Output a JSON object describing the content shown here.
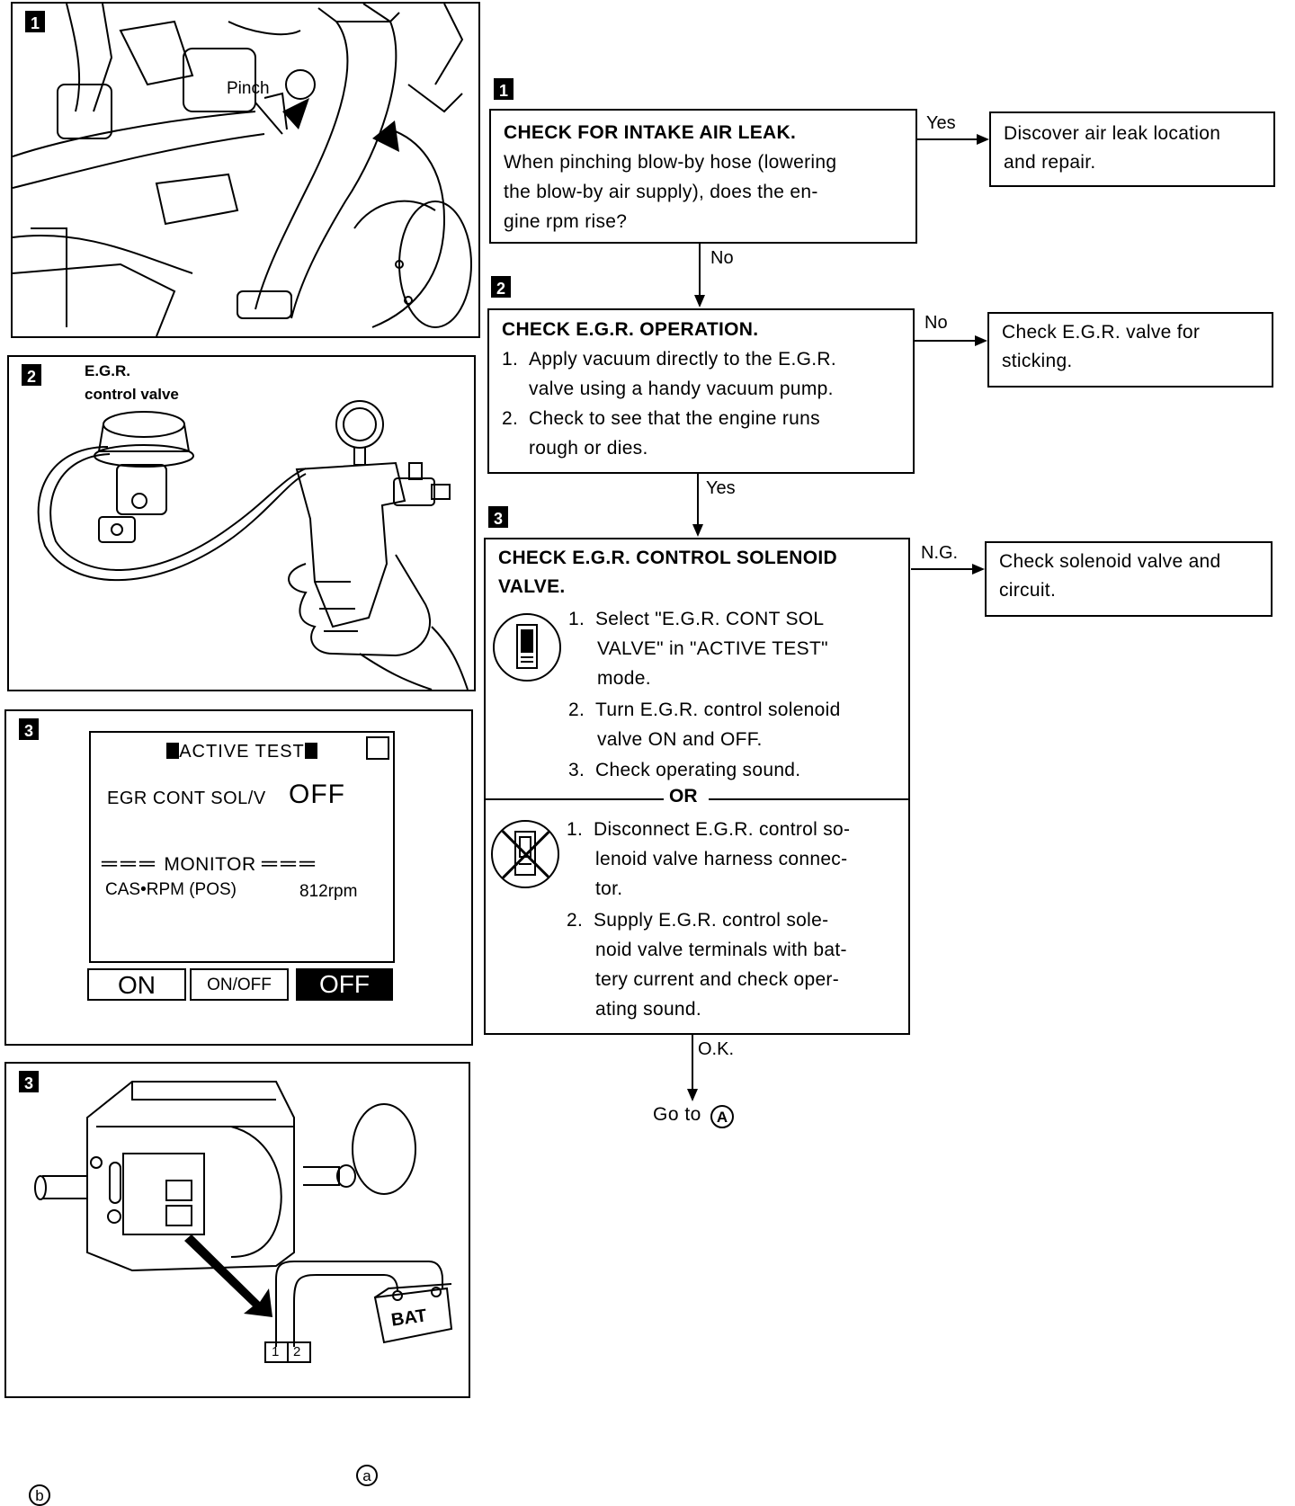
{
  "steps": [
    {
      "badge": "1"
    },
    {
      "badge": "2"
    },
    {
      "badge": "3"
    }
  ],
  "panels": {
    "p1": {
      "badge": "1",
      "pinch_label": "Pinch"
    },
    "p2": {
      "badge": "2",
      "label_line1": "E.G.R.",
      "label_line2": "control valve"
    },
    "p3": {
      "badge": "3",
      "screen_title": "ACTIVE TEST",
      "item_label": "EGR CONT SOL/V",
      "item_value": "OFF",
      "monitor_label": "MONITOR",
      "signal_label": "CAS•RPM (POS)",
      "signal_value": "812rpm",
      "buttons": [
        "ON",
        "ON/OFF",
        "OFF"
      ]
    },
    "p4": {
      "badge": "3",
      "label_a": "a",
      "label_b": "b",
      "bat_label": "BAT",
      "terminal_1": "1",
      "terminal_2": "2"
    }
  },
  "flow": {
    "box1": {
      "title": "CHECK FOR INTAKE AIR LEAK.",
      "lines": [
        "When pinching blow-by hose (lowering",
        "the blow-by air supply), does the en-",
        "gine rpm rise?"
      ]
    },
    "box1_yes_label": "Yes",
    "box1_result": [
      "Discover air leak location",
      "and repair."
    ],
    "box1_no_label": "No",
    "box2": {
      "title": "CHECK E.G.R. OPERATION.",
      "items": [
        {
          "n": "1.",
          "l1": "Apply vacuum directly to the E.G.R.",
          "l2": "valve using a handy vacuum pump."
        },
        {
          "n": "2.",
          "l1": "Check to see that the engine runs",
          "l2": "rough or dies."
        }
      ]
    },
    "box2_no_label": "No",
    "box2_result": [
      "Check E.G.R. valve for",
      "sticking."
    ],
    "box2_yes_label": "Yes",
    "box3": {
      "title_line1": "CHECK E.G.R. CONTROL SOLENOID",
      "title_line2": "VALVE.",
      "part_a": [
        {
          "n": "1.",
          "lines": [
            "Select \"E.G.R. CONT SOL",
            "VALVE\" in \"ACTIVE TEST\"",
            "mode."
          ]
        },
        {
          "n": "2.",
          "lines": [
            "Turn E.G.R. control solenoid",
            "valve ON and OFF."
          ]
        },
        {
          "n": "3.",
          "lines": [
            "Check operating sound."
          ]
        }
      ],
      "or_label": "OR",
      "part_b": [
        {
          "n": "1.",
          "lines": [
            "Disconnect E.G.R. control so-",
            "lenoid valve harness connec-",
            "tor."
          ]
        },
        {
          "n": "2.",
          "lines": [
            "Supply E.G.R. control sole-",
            "noid valve terminals with bat-",
            "tery current and check oper-",
            "ating sound."
          ]
        }
      ]
    },
    "box3_ng_label": "N.G.",
    "box3_result": [
      "Check solenoid valve and",
      "circuit."
    ],
    "box3_ok_label": "O.K.",
    "goto_label": "Go to",
    "goto_ref": "A"
  }
}
